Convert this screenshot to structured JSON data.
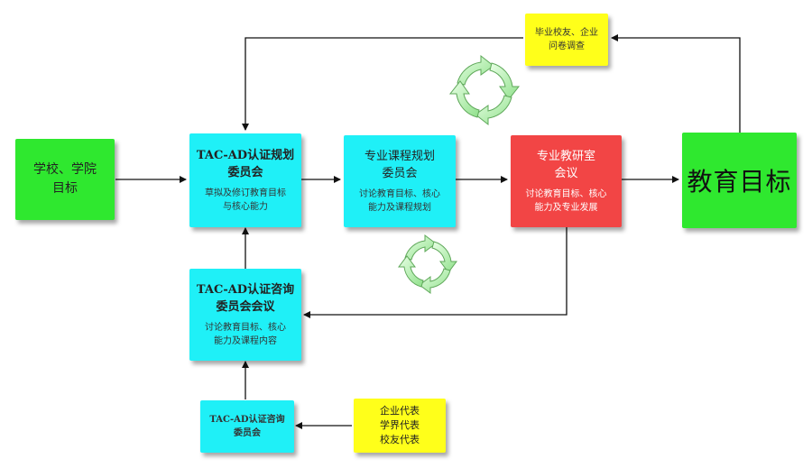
{
  "nodes": {
    "school_goal": "学校、学院\n目标",
    "edu_goal": "教育目标",
    "alumni_survey": "毕业校友、企业\n问卷调查",
    "planning_committee": {
      "title": "TAC-AD认证规划\n委员会",
      "desc": "草拟及修订教育目标\n与核心能力"
    },
    "curriculum_committee": {
      "title": "专业课程规划\n委员会",
      "desc": "讨论教育目标、核心\n能力及课程规划"
    },
    "research_office": {
      "title": "专业教研室\n会议",
      "desc": "讨论教育目标、核心\n能力及专业发展"
    },
    "advisory_meeting": {
      "title": "TAC-AD认证咨询\n委员会会议",
      "desc": "讨论教育目标、核心\n能力及课程内容"
    },
    "advisory_committee": "TAC-AD认证咨询\n委员会",
    "representatives": "企业代表\n学界代表\n校友代表"
  },
  "colors": {
    "cyan": "#1ff0f7",
    "green": "#2fe82f",
    "yellow": "#ffff1a",
    "red": "#f24545"
  }
}
